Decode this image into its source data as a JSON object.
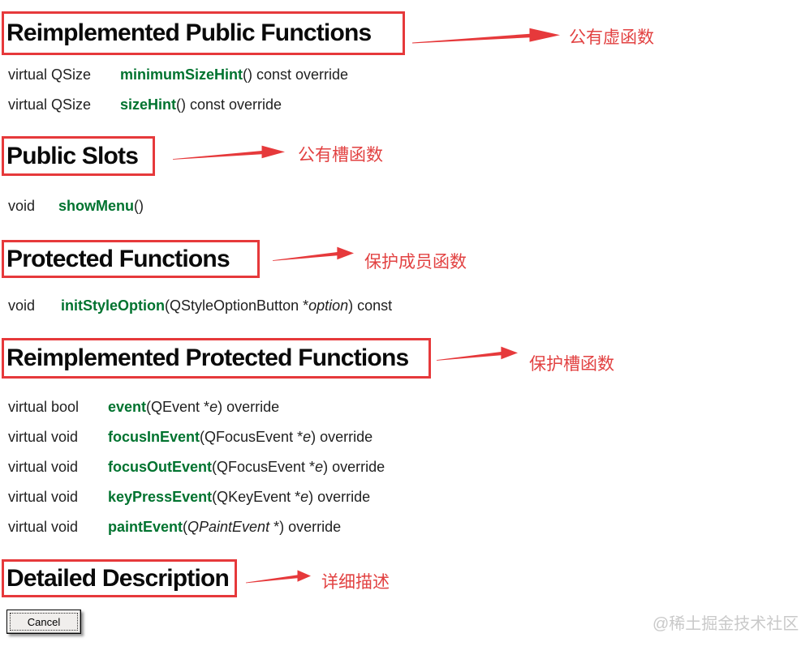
{
  "colors": {
    "accent_red": "#e6393b",
    "annotation_text_red": "#e24242",
    "function_green": "#00732f",
    "body_text": "#1f1f1f",
    "watermark_gray": "#c9c9c9"
  },
  "sections": [
    {
      "title": "Reimplemented Public Functions",
      "annotation": "公有虚函数",
      "rows": [
        {
          "ret": "virtual QSize",
          "name": "minimumSizeHint",
          "sig_pre": "() const override",
          "sig_italic": "",
          "sig_post": ""
        },
        {
          "ret": "virtual QSize",
          "name": "sizeHint",
          "sig_pre": "() const override",
          "sig_italic": "",
          "sig_post": ""
        }
      ]
    },
    {
      "title": "Public Slots",
      "annotation": "公有槽函数",
      "rows": [
        {
          "ret": "void",
          "name": "showMenu",
          "sig_pre": "()",
          "sig_italic": "",
          "sig_post": ""
        }
      ]
    },
    {
      "title": "Protected Functions",
      "annotation": "保护成员函数",
      "rows": [
        {
          "ret": "void",
          "name": "initStyleOption",
          "sig_pre": "(QStyleOptionButton *",
          "sig_italic": "option",
          "sig_post": ") const"
        }
      ]
    },
    {
      "title": "Reimplemented Protected Functions",
      "annotation": "保护槽函数",
      "rows": [
        {
          "ret": "virtual bool",
          "name": "event",
          "sig_pre": "(QEvent *",
          "sig_italic": "e",
          "sig_post": ") override"
        },
        {
          "ret": "virtual void",
          "name": "focusInEvent",
          "sig_pre": "(QFocusEvent *",
          "sig_italic": "e",
          "sig_post": ") override"
        },
        {
          "ret": "virtual void",
          "name": "focusOutEvent",
          "sig_pre": "(QFocusEvent *",
          "sig_italic": "e",
          "sig_post": ") override"
        },
        {
          "ret": "virtual void",
          "name": "keyPressEvent",
          "sig_pre": "(QKeyEvent *",
          "sig_italic": "e",
          "sig_post": ") override"
        },
        {
          "ret": "virtual void",
          "name": "paintEvent",
          "sig_pre": "(",
          "sig_italic": "QPaintEvent",
          "sig_post": " *) override"
        }
      ]
    },
    {
      "title": "Detailed Description",
      "annotation": "详细描述",
      "rows": []
    }
  ],
  "cancel_button": {
    "label": "Cancel"
  },
  "watermark": "@稀土掘金技术社区"
}
